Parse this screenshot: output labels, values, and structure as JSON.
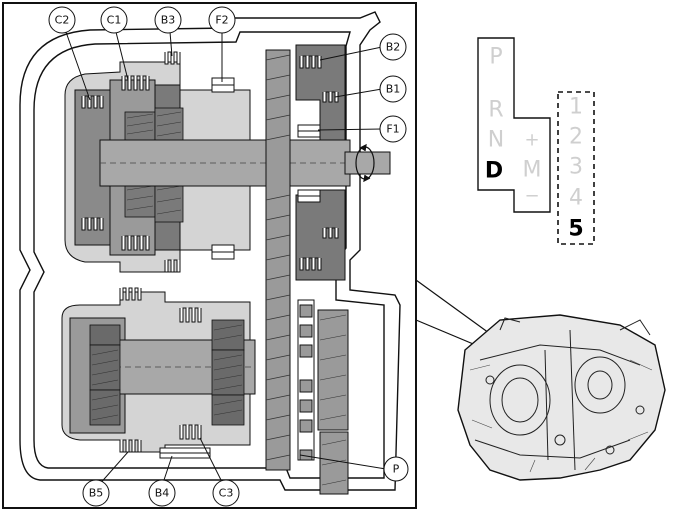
{
  "callouts": {
    "c2": "C2",
    "c1": "C1",
    "b3": "B3",
    "f2": "F2",
    "b2": "B2",
    "b1": "B1",
    "f1": "F1",
    "p": "P",
    "b5": "B5",
    "b4": "B4",
    "c3": "C3"
  },
  "shift_gate": {
    "positions": [
      "P",
      "R",
      "N",
      "D"
    ],
    "selected": "D",
    "manual_plus": "+",
    "manual_mode": "M",
    "manual_minus": "−"
  },
  "gear_strip": {
    "gears": [
      "1",
      "2",
      "3",
      "4",
      "5"
    ],
    "selected": "5"
  },
  "colors": {
    "line": "#111111",
    "housing_fill": "#ffffff",
    "shaft_gray": "#a8a8a8",
    "dark_gray": "#7a7a7a",
    "light_gray": "#d4d4d4",
    "inactive_glyph": "#cfcfcf"
  },
  "icons": {
    "rotation_arrow": "rotation-arrow-icon",
    "transmission_photo": "transmission-unit-icon"
  }
}
